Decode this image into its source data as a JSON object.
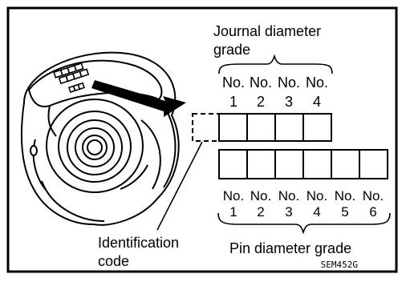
{
  "labels": {
    "journal_title_line1": "Journal diameter",
    "journal_title_line2": "grade",
    "journal_no": [
      "No.",
      "No.",
      "No.",
      "No."
    ],
    "journal_nums": [
      "1",
      "2",
      "3",
      "4"
    ],
    "pin_no": [
      "No.",
      "No.",
      "No.",
      "No.",
      "No.",
      "No."
    ],
    "pin_nums": [
      "1",
      "2",
      "3",
      "4",
      "5",
      "6"
    ],
    "pin_title": "Pin diameter grade",
    "id_line1": "Identification",
    "id_line2": "code",
    "figure_code": "SEM452G"
  }
}
